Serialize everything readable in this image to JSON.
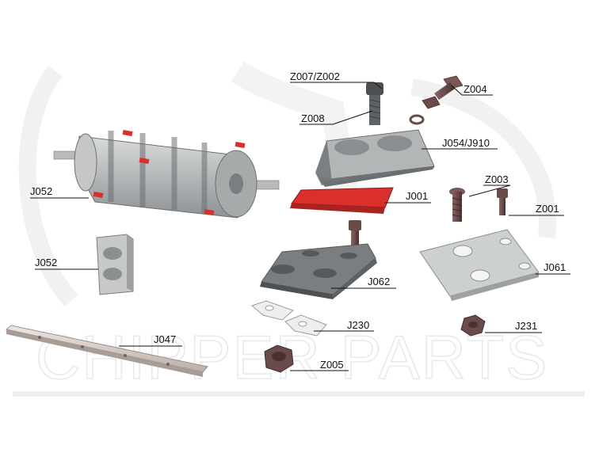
{
  "watermark": {
    "brand_text": "CHIPPER PARTS"
  },
  "parts": [
    {
      "code": "Z007/Z002"
    },
    {
      "code": "Z004"
    },
    {
      "code": "Z008"
    },
    {
      "code": "J054/J910"
    },
    {
      "code": "Z003"
    },
    {
      "code": "J052"
    },
    {
      "code": "J001"
    },
    {
      "code": "Z001"
    },
    {
      "code": "J052"
    },
    {
      "code": "J061"
    },
    {
      "code": "J062"
    },
    {
      "code": "J230"
    },
    {
      "code": "J231"
    },
    {
      "code": "J047"
    },
    {
      "code": "Z005"
    }
  ],
  "colors": {
    "steel_grey": "#8a8d8f",
    "dark_grey": "#5f6264",
    "blade_red": "#d9302c",
    "bolt_brown": "#6b4a4a",
    "light_steel": "#c9cbcc",
    "label_text": "#111111",
    "watermark": "#e9e9e9"
  }
}
